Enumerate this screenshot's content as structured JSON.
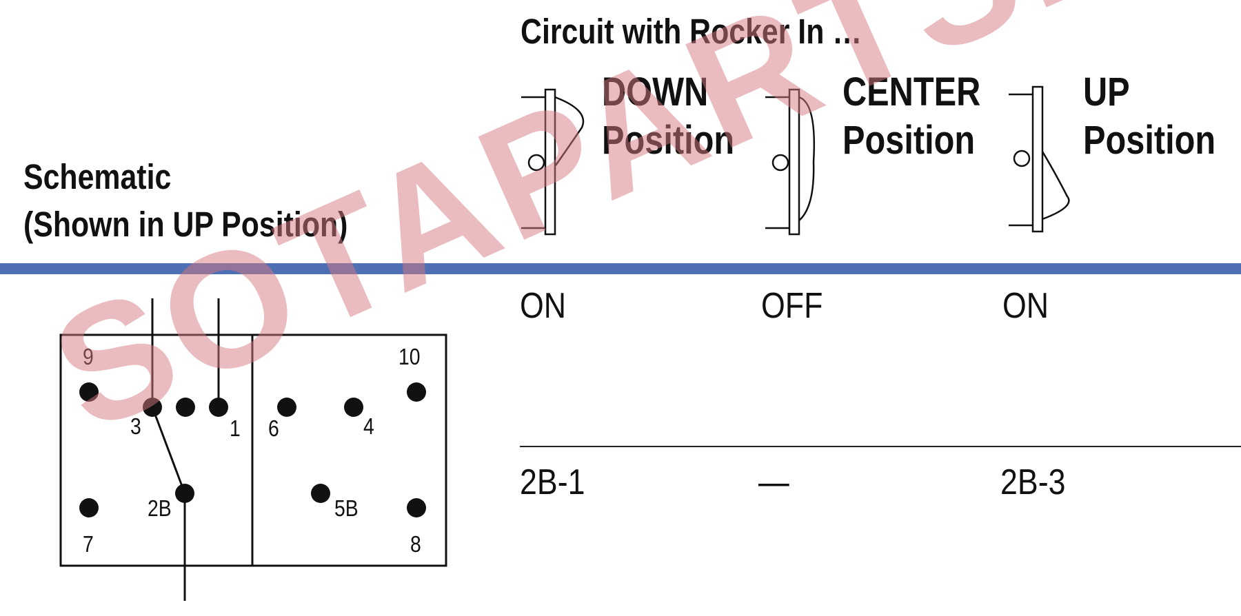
{
  "header": {
    "circuit_title": "Circuit with Rocker In …",
    "schematic_title_line1": "Schematic",
    "schematic_title_line2": "(Shown in UP Position)"
  },
  "positions": [
    {
      "name": "DOWN",
      "word": "Position",
      "state": "ON",
      "connection": "2B-1"
    },
    {
      "name": "CENTER",
      "word": "Position",
      "state": "OFF",
      "connection": "—"
    },
    {
      "name": "UP",
      "word": "Position",
      "state": "ON",
      "connection": "2B-3"
    }
  ],
  "schematic": {
    "terminals": [
      "9",
      "3",
      "1",
      "6",
      "4",
      "10",
      "7",
      "2B",
      "5B",
      "8"
    ]
  },
  "watermark": {
    "text": "SOTAPARTS.COM"
  },
  "colors": {
    "rule": "#4f6fb5",
    "watermark": "#d67880",
    "ink": "#111111"
  }
}
